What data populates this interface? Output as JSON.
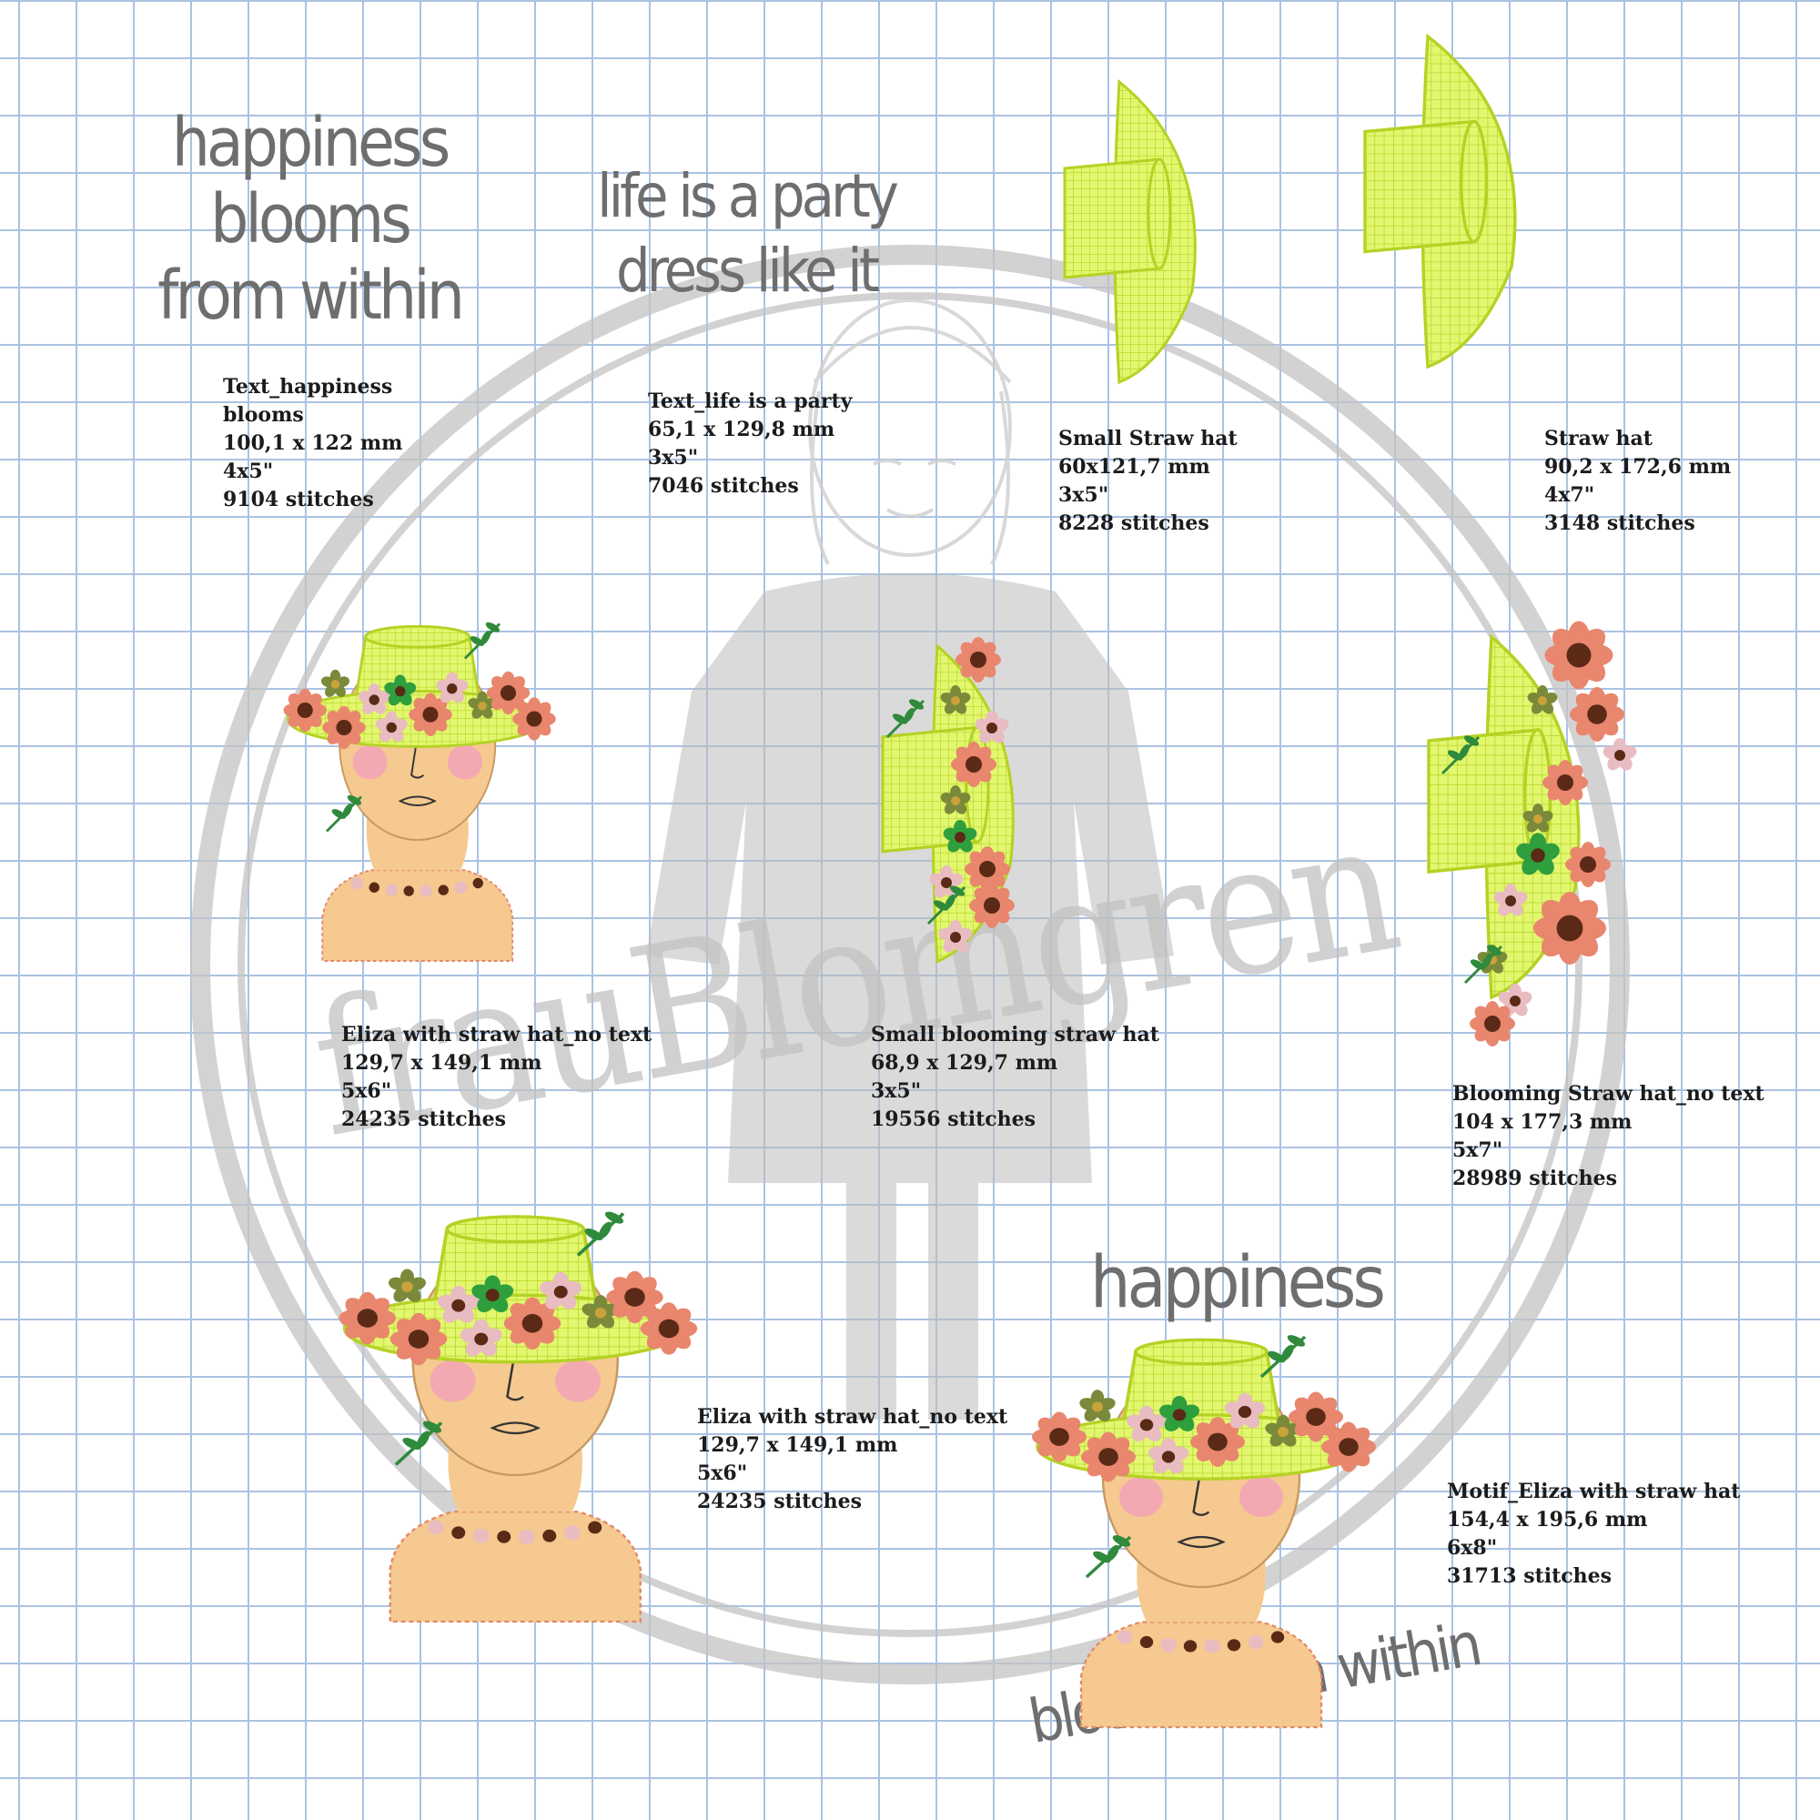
{
  "colors": {
    "hat_green": "#d6f24a",
    "hat_stroke": "#b5d224",
    "skin": "#f5c98f",
    "cheek": "#f2a3b8",
    "flower_coral": "#e9866e",
    "flower_pink": "#e9bcc1",
    "flower_green": "#2f9f3e",
    "flower_olive": "#7a8a3a",
    "flower_center": "#5a2a16",
    "leaf": "#2f8a3c",
    "handwriting": "#6e6e6e",
    "caption_text": "#1b1b1b",
    "grid": "#a9c3e3",
    "watermark": "#bdbdbd"
  },
  "watermark": {
    "brand": "frauBlomgren"
  },
  "texts": {
    "happiness_blooms": [
      "happiness",
      "blooms",
      "from within"
    ],
    "life_party": [
      "life is a party",
      "dress like it"
    ],
    "motif_top": "happiness",
    "motif_bottom": "blooms from within"
  },
  "designs": [
    {
      "lines": [
        "Text_happiness",
        "blooms",
        "100,1 x 122 mm",
        "4x5\"",
        "9104 stitches"
      ]
    },
    {
      "lines": [
        "Text_life is a party",
        "65,1 x 129,8 mm",
        "3x5\"",
        "7046 stitches"
      ]
    },
    {
      "lines": [
        "Small Straw hat",
        "60x121,7 mm",
        "3x5\"",
        "8228 stitches"
      ]
    },
    {
      "lines": [
        "Straw hat",
        "90,2 x 172,6 mm",
        "4x7\"",
        "3148 stitches"
      ]
    },
    {
      "lines": [
        "Eliza with straw hat_no text",
        "129,7 x 149,1 mm",
        "5x6\"",
        "24235 stitches"
      ]
    },
    {
      "lines": [
        "Small blooming straw hat",
        "68,9 x 129,7 mm",
        "3x5\"",
        "19556 stitches"
      ]
    },
    {
      "lines": [
        "Blooming Straw hat_no text",
        "104 x 177,3 mm",
        "5x7\"",
        "28989 stitches"
      ]
    },
    {
      "lines": [
        "Eliza with straw hat_no text",
        "129,7 x 149,1 mm",
        "5x6\"",
        "24235 stitches"
      ]
    },
    {
      "lines": [
        "Motif_Eliza with straw hat",
        "154,4 x 195,6 mm",
        "6x8\"",
        "31713 stitches"
      ]
    }
  ]
}
